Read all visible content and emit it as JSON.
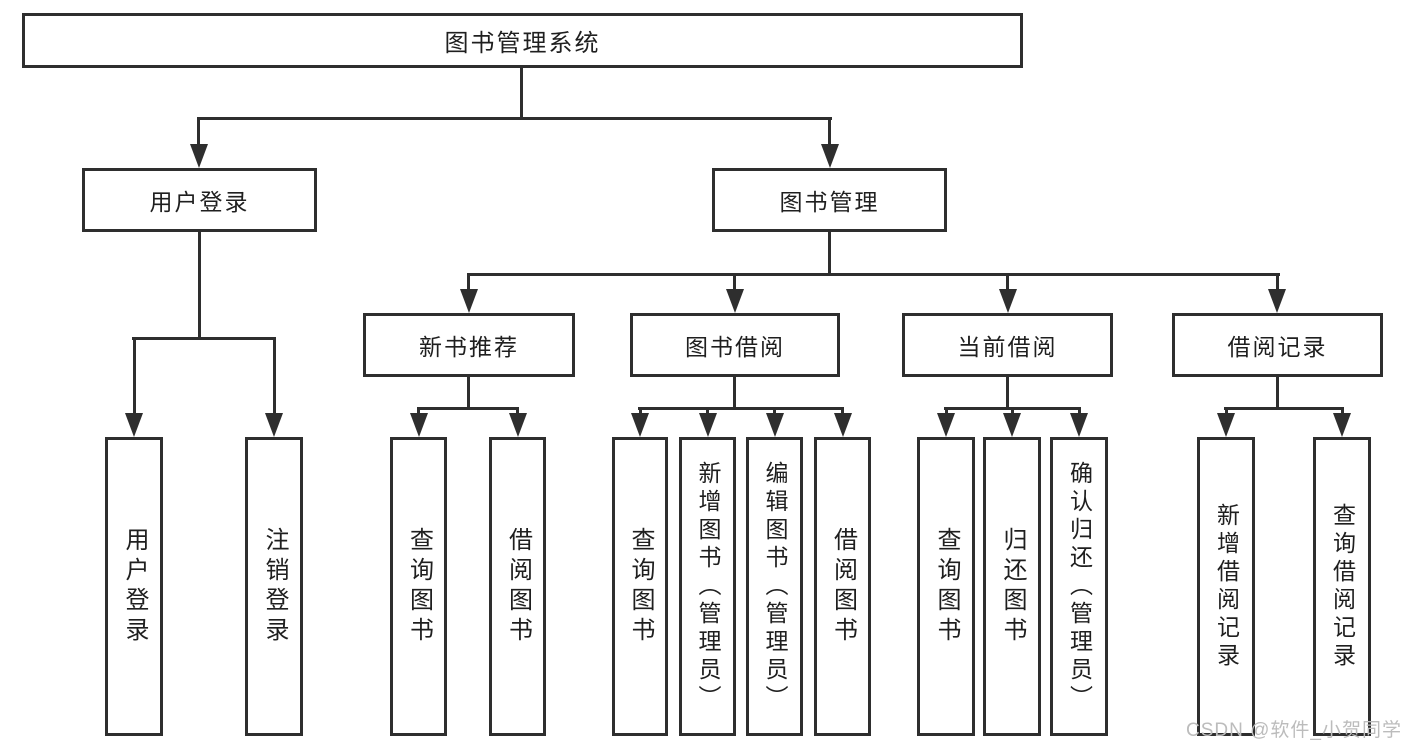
{
  "title": "图书管理系统",
  "level2": {
    "user_login": "用户登录",
    "book_mgmt": "图书管理"
  },
  "level3": {
    "new_book_rec": "新书推荐",
    "book_borrow": "图书借阅",
    "current_borrow": "当前借阅",
    "borrow_records": "借阅记录"
  },
  "level4": {
    "user_login_child": "用户登录",
    "logout": "注销登录",
    "rec_query": "查询图书",
    "rec_borrow": "借阅图书",
    "borrow_query": "查询图书",
    "borrow_add": "新增图书（管理员）",
    "borrow_edit": "编辑图书（管理员）",
    "borrow_do": "借阅图书",
    "current_query": "查询图书",
    "current_return": "归还图书",
    "current_confirm": "确认归还（管理员）",
    "record_add": "新增借阅记录",
    "record_query": "查询借阅记录"
  },
  "watermark": "CSDN @软件_小贺同学",
  "colors": {
    "line": "#2e2e2e",
    "text": "#1f1f1f",
    "watermark": "#bcbcbc",
    "background": "#ffffff"
  }
}
